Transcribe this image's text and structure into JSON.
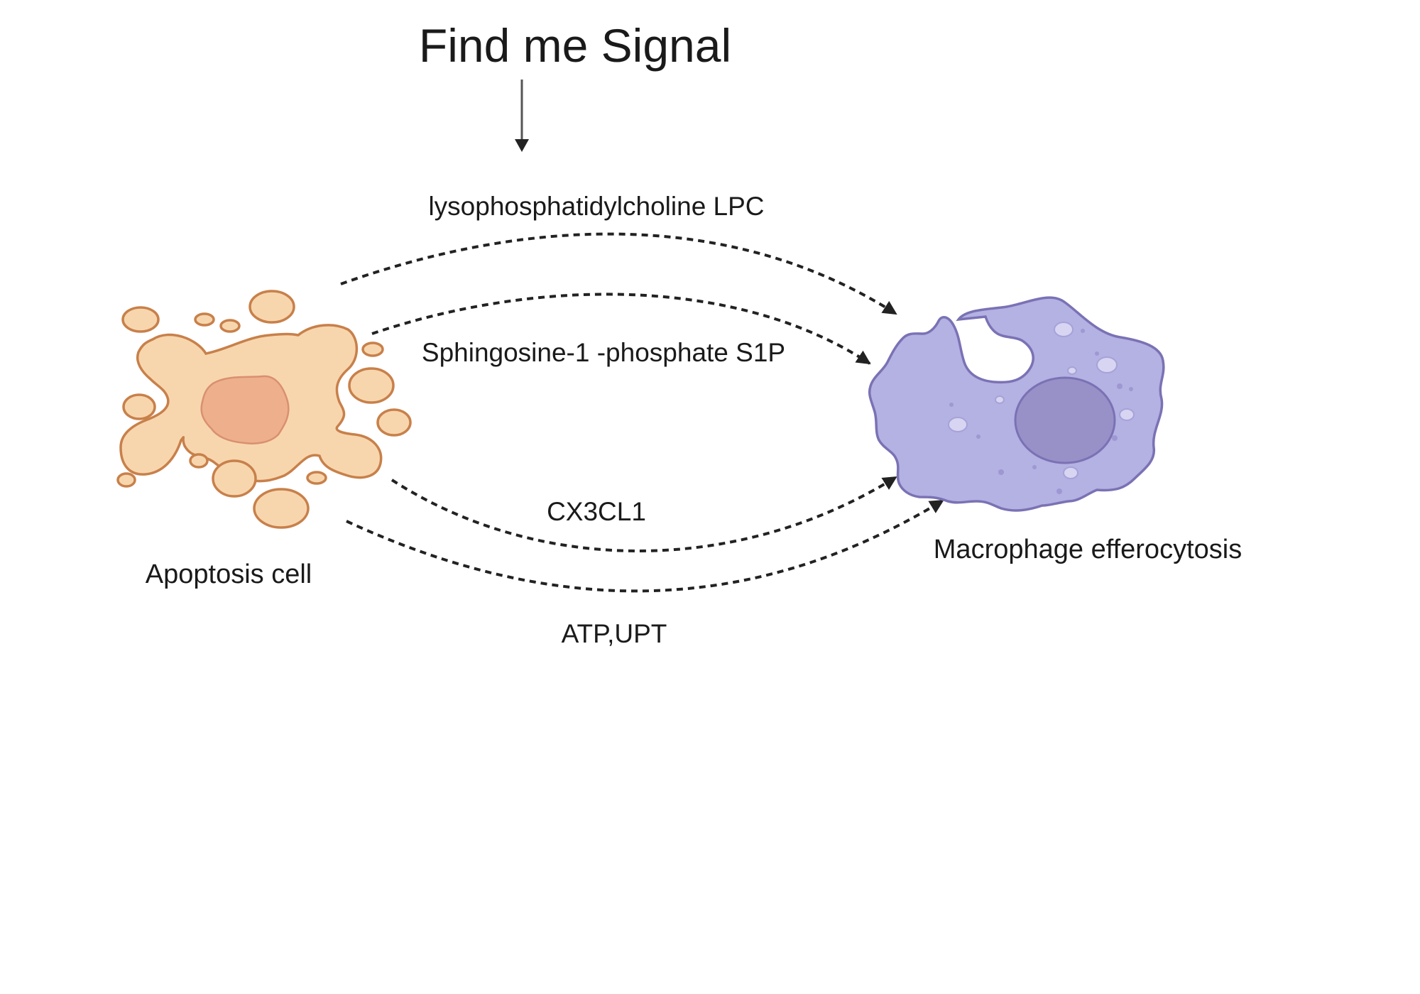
{
  "title": "Find me Signal",
  "signals": {
    "lpc": "lysophosphatidylcholine LPC",
    "s1p": "Sphingosine-1 -phosphate S1P",
    "cx3cl1": "CX3CL1",
    "atp": "ATP,UPT"
  },
  "cells": {
    "apoptotic": "Apoptosis cell",
    "macrophage": "Macrophage efferocytosis"
  },
  "colors": {
    "apoptotic_fill": "#f7d6ae",
    "apoptotic_stroke": "#c8804a",
    "apoptotic_nucleus": "#eeb08c",
    "macrophage_fill": "#b4b1e3",
    "macrophage_stroke": "#7a72b4",
    "macrophage_nucleus": "#9891c8",
    "arrow": "#222222"
  }
}
